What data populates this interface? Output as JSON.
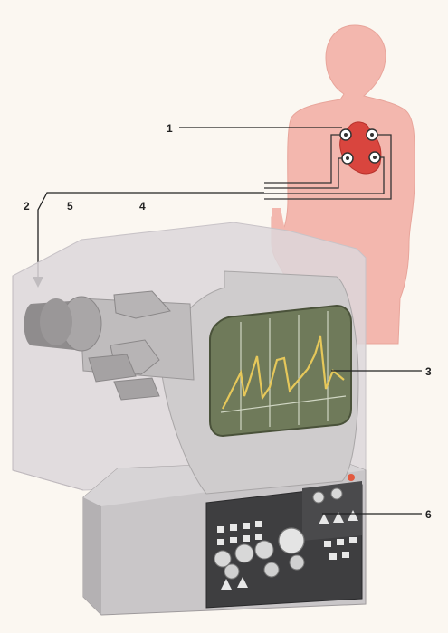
{
  "callouts": {
    "c1": "1",
    "c2": "2",
    "c3": "3",
    "c4": "4",
    "c5": "5",
    "c6": "6"
  },
  "colors": {
    "background": "#fbf7f1",
    "body_silhouette": "#f3b7ae",
    "heart": "#d9453e",
    "housing": "#d9d3d7",
    "crt_body": "#cfcccd",
    "screen": "#6f7a5a",
    "trace": "#e6c85a",
    "console": "#c9c6c8"
  },
  "icons": [
    "electrode-icon",
    "knob-icon",
    "switch-icon",
    "indicator-lamp-icon"
  ]
}
